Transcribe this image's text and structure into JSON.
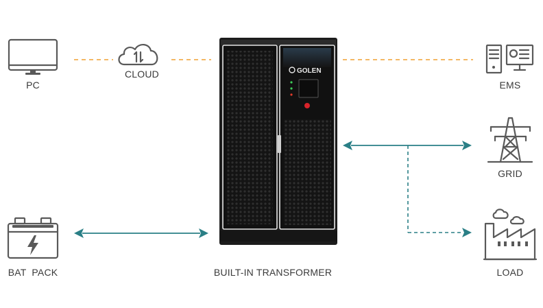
{
  "nodes": {
    "pc": "PC",
    "cloud": "CLOUD",
    "ems": "EMS",
    "grid": "GRID",
    "load": "LOAD",
    "bat_pack": "BAT  PACK",
    "cabinet": "BUILT-IN TRANSFORMER"
  },
  "cabinet_brand": "GOLEN",
  "colors": {
    "data_link": "#f0a030",
    "power_link": "#2a7f86",
    "icon": "#595959",
    "cabinet": "#1c1c1c",
    "led_green": "#3ecf5a",
    "led_red": "#e23a2a",
    "button_red": "#d8232a"
  },
  "icons": {
    "pc": "monitor-icon",
    "cloud": "cloud-sync-icon",
    "ems": "server-workstation-icon",
    "grid": "power-tower-icon",
    "load": "factory-icon",
    "bat_pack": "battery-icon"
  }
}
